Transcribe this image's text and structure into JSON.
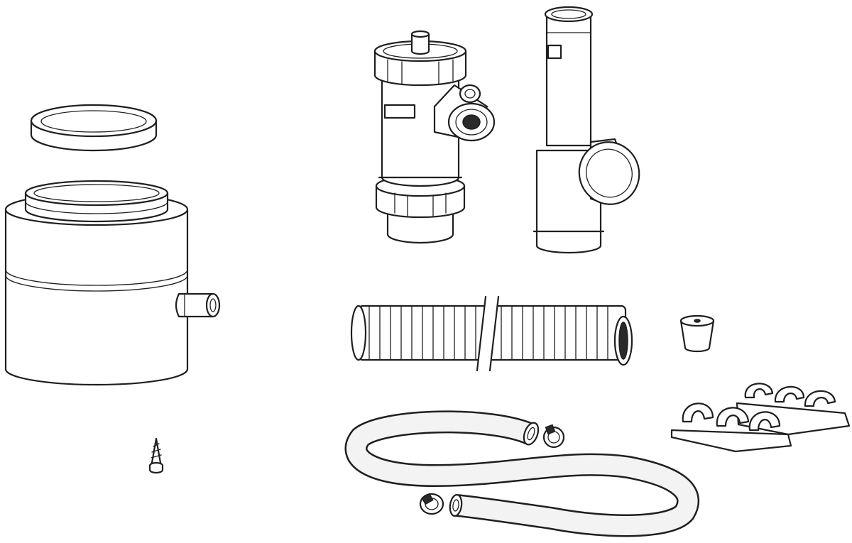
{
  "figure": {
    "type": "exploded-parts-illustration",
    "background": "#ffffff",
    "line_color": "#1f1f1f",
    "components": [
      {
        "name": "sealing-ring"
      },
      {
        "name": "condensate-collector"
      },
      {
        "name": "self-tapping-screw"
      },
      {
        "name": "siphon-trap"
      },
      {
        "name": "y-branch-fitting"
      },
      {
        "name": "corrugated-drain-hose"
      },
      {
        "name": "rubber-plug"
      },
      {
        "name": "mounting-clip-strips"
      },
      {
        "name": "flexible-tube"
      },
      {
        "name": "hose-clamp"
      }
    ]
  }
}
